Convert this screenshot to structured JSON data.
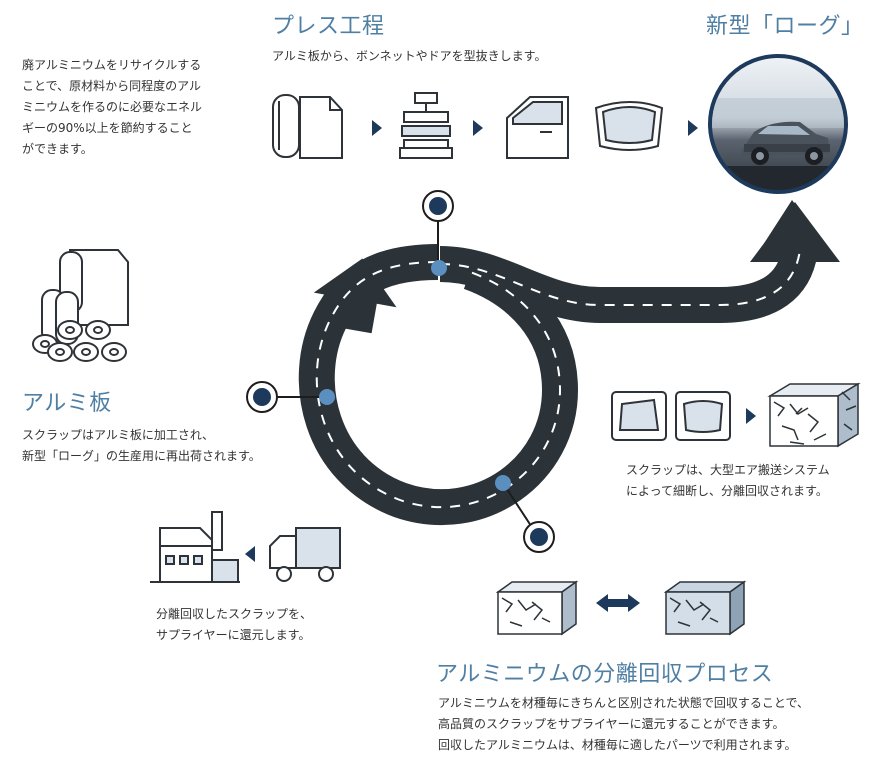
{
  "intro": {
    "lines": [
      "廃アルミニウムをリサイクルする",
      "ことで、原材料から同程度のアル",
      "ミニウムを作るのに必要なエネル",
      "ギーの90%以上を節約すること",
      "ができます。"
    ]
  },
  "press": {
    "title": "プレス工程",
    "desc": "アルミ板から、ボンネットやドアを型抜きします。"
  },
  "rogue": {
    "title": "新型「ローグ」"
  },
  "plate": {
    "title": "アルミ板",
    "lines": [
      "スクラップはアルミ板に加工され、",
      "新型「ローグ」の生産用に再出荷されます。"
    ]
  },
  "scrap": {
    "lines": [
      "スクラップは、大型エア搬送システム",
      "によって細断し、分離回収されます。"
    ]
  },
  "supplier": {
    "lines": [
      "分離回収したスクラップを、",
      "サプライヤーに還元します。"
    ]
  },
  "process": {
    "title": "アルミニウムの分離回収プロセス",
    "lines": [
      "アルミニウムを材種毎にきちんと区別された状態で回収することで、",
      "高品質のスクラップをサプライヤーに還元することができます。",
      "回収したアルミニウムは、材種毎に適したパーツで利用されます。"
    ]
  },
  "colors": {
    "accent": "#4f7fa3",
    "road": "#2b3338",
    "node": "#1d3a5c",
    "dot": "#5b8fbf"
  },
  "icons": [
    "rolled-sheet-icon",
    "press-machine-icon",
    "car-door-icon",
    "car-hood-icon",
    "aluminum-coils-icon",
    "panel-scrap-icon",
    "shredded-block-icon",
    "factory-icon",
    "truck-icon",
    "double-arrow-icon"
  ]
}
